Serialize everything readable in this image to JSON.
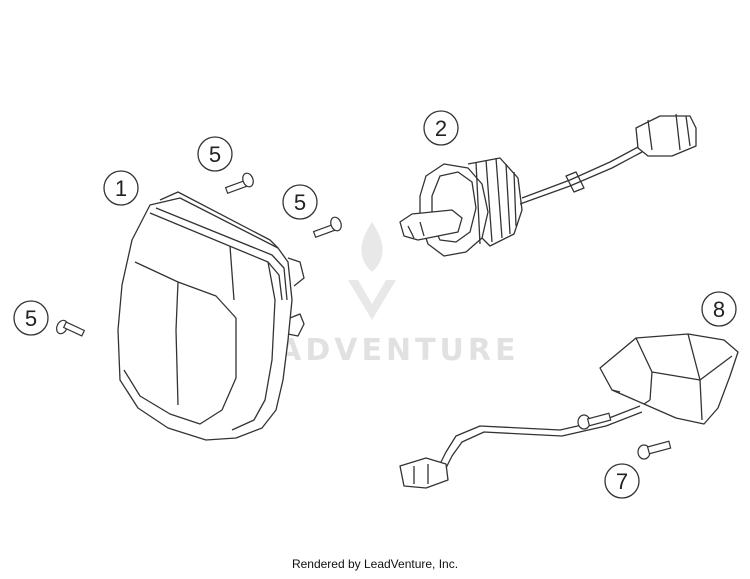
{
  "diagram": {
    "callouts": [
      {
        "id": "callout-1",
        "label": "1"
      },
      {
        "id": "callout-2",
        "label": "2"
      },
      {
        "id": "callout-5a",
        "label": "5"
      },
      {
        "id": "callout-5b",
        "label": "5"
      },
      {
        "id": "callout-5c",
        "label": "5"
      },
      {
        "id": "callout-7",
        "label": "7"
      },
      {
        "id": "callout-8",
        "label": "8"
      }
    ],
    "watermark_text": "LEADVENTURE",
    "line_color": "#333333"
  },
  "footer": {
    "text": "Rendered by LeadVenture, Inc."
  }
}
